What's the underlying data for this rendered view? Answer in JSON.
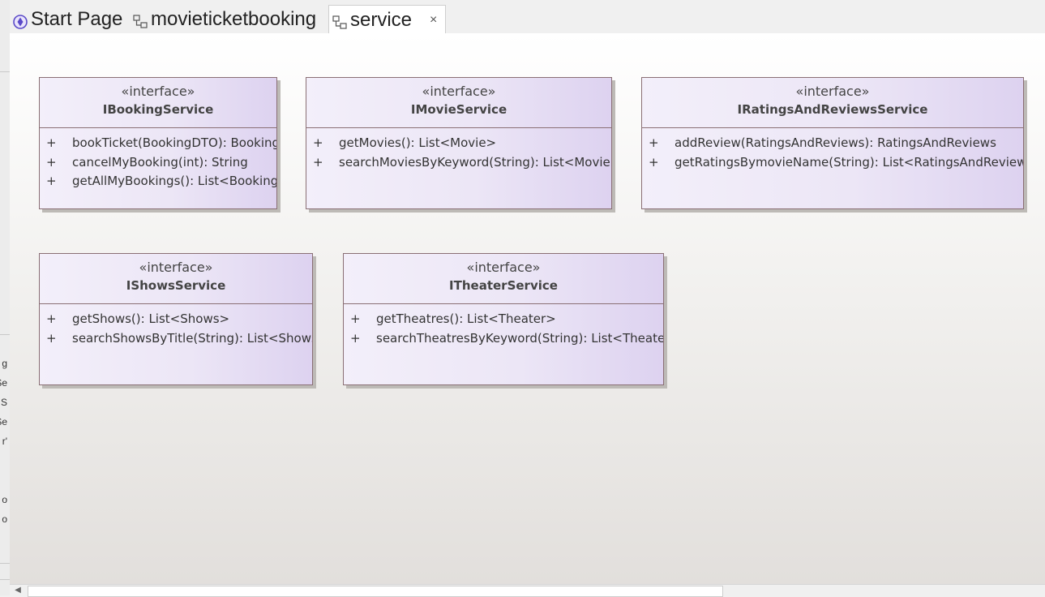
{
  "left_panel_fragments": [
    "g",
    "Se",
    "S",
    "Se",
    "r'",
    "o",
    "o"
  ],
  "tabs": [
    {
      "label": "Start Page",
      "icon": "start-page-icon"
    },
    {
      "label": "movieticketbooking",
      "icon": "diagram-icon"
    },
    {
      "label": "service",
      "icon": "diagram-icon",
      "active": true,
      "close": "×"
    }
  ],
  "diagram": {
    "classes": [
      {
        "stereotype": "«interface»",
        "name": "IBookingService",
        "ops": [
          {
            "vis": "+",
            "sig": "bookTicket(BookingDTO): Booking"
          },
          {
            "vis": "+",
            "sig": "cancelMyBooking(int): String"
          },
          {
            "vis": "+",
            "sig": "getAllMyBookings(): List<Booking>"
          }
        ]
      },
      {
        "stereotype": "«interface»",
        "name": "IMovieService",
        "ops": [
          {
            "vis": "+",
            "sig": "getMovies(): List<Movie>"
          },
          {
            "vis": "+",
            "sig": "searchMoviesByKeyword(String): List<Movie>"
          }
        ]
      },
      {
        "stereotype": "«interface»",
        "name": "IRatingsAndReviewsService",
        "ops": [
          {
            "vis": "+",
            "sig": "addReview(RatingsAndReviews): RatingsAndReviews"
          },
          {
            "vis": "+",
            "sig": "getRatingsBymovieName(String): List<RatingsAndReviews>"
          }
        ]
      },
      {
        "stereotype": "«interface»",
        "name": "IShowsService",
        "ops": [
          {
            "vis": "+",
            "sig": "getShows(): List<Shows>"
          },
          {
            "vis": "+",
            "sig": "searchShowsByTitle(String): List<Shows>"
          }
        ]
      },
      {
        "stereotype": "«interface»",
        "name": "ITheaterService",
        "ops": [
          {
            "vis": "+",
            "sig": "getTheatres(): List<Theater>"
          },
          {
            "vis": "+",
            "sig": "searchTheatresByKeyword(String): List<Theater>"
          }
        ]
      }
    ]
  },
  "colors": {
    "class_border": "#8a6f74",
    "class_fill_light": "#f3effa",
    "class_fill_dark": "#ddd2f0"
  }
}
